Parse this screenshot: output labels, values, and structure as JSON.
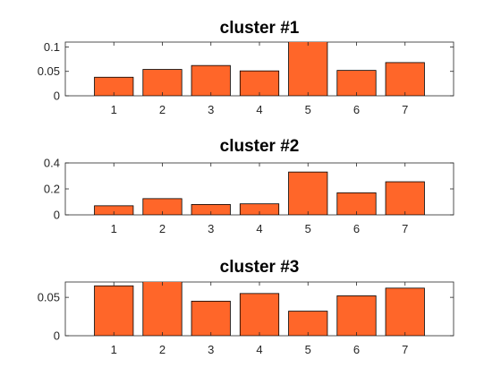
{
  "colors": {
    "bar_fill": "#ff6629",
    "bar_edge": "#000000",
    "axis": "#262626"
  },
  "chart_data": [
    {
      "type": "bar",
      "title": "cluster #1",
      "categories": [
        "1",
        "2",
        "3",
        "4",
        "5",
        "6",
        "7"
      ],
      "values": [
        0.038,
        0.054,
        0.062,
        0.051,
        0.111,
        0.052,
        0.068
      ],
      "ylim": [
        0,
        0.11
      ],
      "yticks": [
        0,
        0.05,
        0.1
      ],
      "ytick_labels": [
        "0",
        "0.05",
        "0.1"
      ],
      "xlim": [
        0,
        8
      ],
      "grid": false
    },
    {
      "type": "bar",
      "title": "cluster #2",
      "categories": [
        "1",
        "2",
        "3",
        "4",
        "5",
        "6",
        "7"
      ],
      "values": [
        0.07,
        0.125,
        0.08,
        0.085,
        0.33,
        0.17,
        0.255
      ],
      "ylim": [
        0,
        0.4
      ],
      "yticks": [
        0,
        0.2,
        0.4
      ],
      "ytick_labels": [
        "0",
        "0.2",
        "0.4"
      ],
      "xlim": [
        0,
        8
      ],
      "grid": false
    },
    {
      "type": "bar",
      "title": "cluster #3",
      "categories": [
        "1",
        "2",
        "3",
        "4",
        "5",
        "6",
        "7"
      ],
      "values": [
        0.065,
        0.072,
        0.045,
        0.055,
        0.032,
        0.052,
        0.062
      ],
      "ylim": [
        0,
        0.07
      ],
      "yticks": [
        0,
        0.05
      ],
      "ytick_labels": [
        "0",
        "0.05"
      ],
      "xlim": [
        0,
        8
      ],
      "grid": false
    }
  ]
}
